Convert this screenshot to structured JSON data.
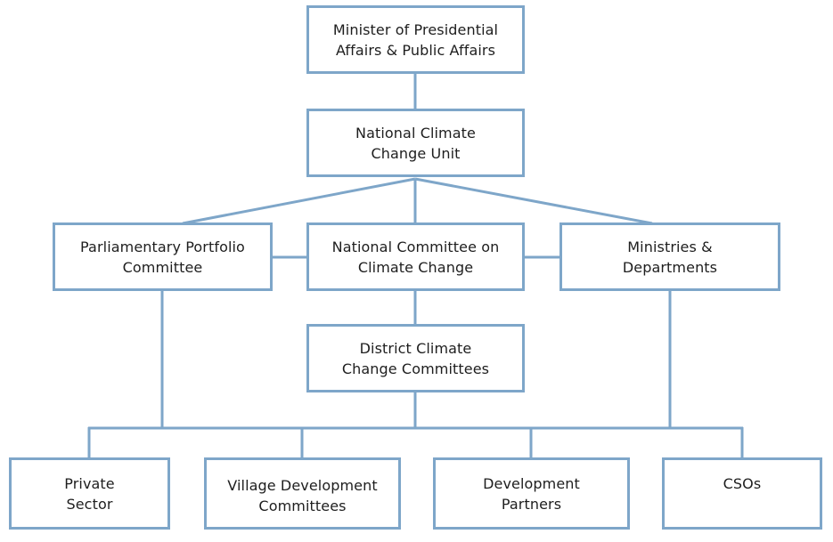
{
  "diagram": {
    "colors": {
      "border": "#7ea6c9",
      "text": "#1e1e1e",
      "background": "#ffffff"
    },
    "nodes": {
      "minister": {
        "label": "Minister of Presidential\nAffairs & Public Affairs"
      },
      "nccu": {
        "label": "National Climate\nChange Unit"
      },
      "parliamentary_committee": {
        "label": "Parliamentary Portfolio\nCommittee"
      },
      "national_committee": {
        "label": "National Committee on\nClimate Change"
      },
      "ministries": {
        "label": "Ministries &\nDepartments"
      },
      "district_committees": {
        "label": "District Climate\nChange Committees"
      },
      "private_sector": {
        "label": "Private\nSector"
      },
      "village_committees": {
        "label": "Village Development\nCommittees"
      },
      "development_partners": {
        "label": "Development\nPartners"
      },
      "csos": {
        "label": "CSOs"
      }
    }
  }
}
